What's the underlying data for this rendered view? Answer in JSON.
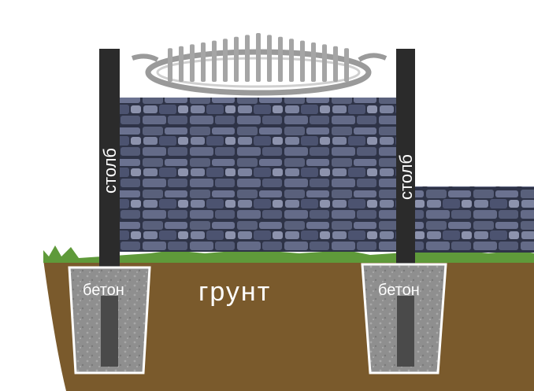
{
  "labels": {
    "post_left": "столб",
    "post_right": "столб",
    "concrete_left": "бетон",
    "concrete_right": "бетон",
    "ground": "грунт"
  },
  "colors": {
    "ground": "#7a5a2c",
    "post": "#2b2b2b",
    "stone_dark": "#3a3f55",
    "stone_mid": "#5d6480",
    "stone_light": "#8d93ad",
    "concrete": "#8f8f8f",
    "grass": "#5f9a3a",
    "text": "#ffffff"
  }
}
